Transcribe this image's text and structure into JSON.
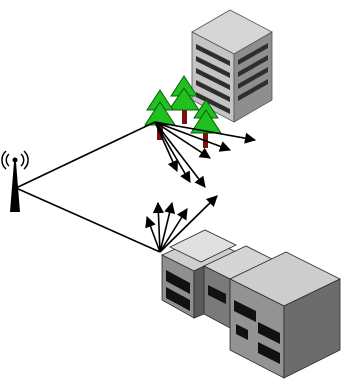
{
  "diagram": {
    "type": "radio-propagation-illustration",
    "elements": [
      "radio-tower",
      "office-building",
      "trees",
      "school-building"
    ],
    "colors": {
      "line": "#000000",
      "tree_green": "#1fc01f",
      "tree_dark": "#0a5e0a",
      "trunk": "#7a1212",
      "building_light": "#d9d9d9",
      "building_mid": "#a9a9a9",
      "building_dark": "#3c3c3c"
    }
  }
}
